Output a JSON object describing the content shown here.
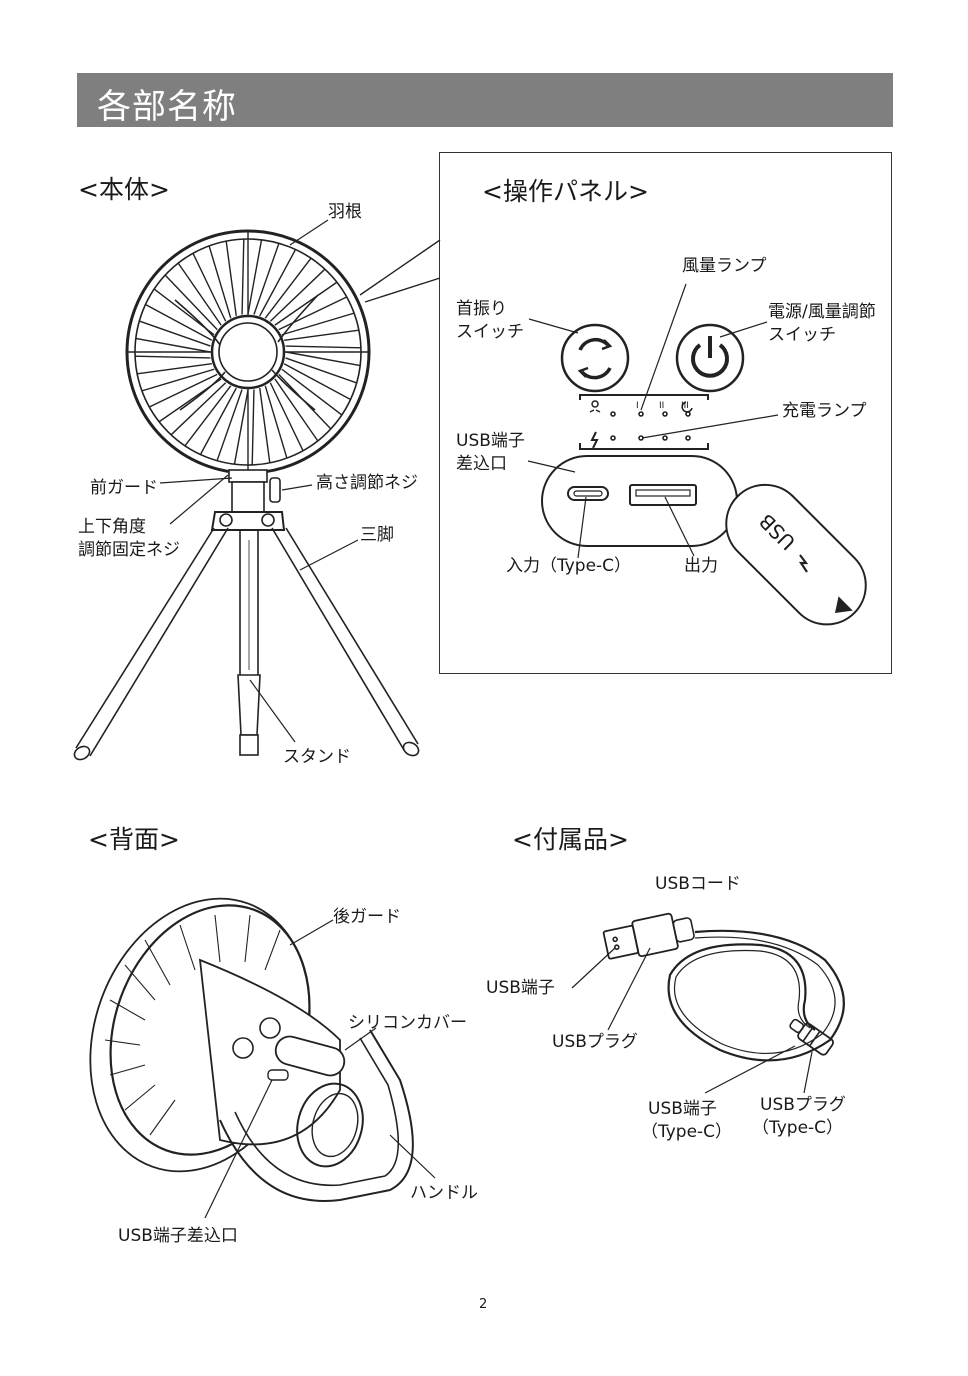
{
  "title": "各部名称",
  "sections": {
    "body": "<本体>",
    "panel": "<操作パネル>",
    "back": "<背面>",
    "accessories": "<付属品>"
  },
  "labels": {
    "blade": "羽根",
    "front_guard": "前ガード",
    "height_screw": "高さ調節ネジ",
    "angle_screw_1": "上下角度",
    "angle_screw_2": "調節固定ネジ",
    "tripod": "三脚",
    "stand": "スタンド",
    "swing_switch_1": "首振り",
    "swing_switch_2": "スイッチ",
    "wind_lamp": "風量ランプ",
    "power_switch_1": "電源/風量調節",
    "power_switch_2": "スイッチ",
    "charge_lamp": "充電ランプ",
    "usb_slot_1": "USB端子",
    "usb_slot_2": "差込口",
    "input": "入力（Type-C）",
    "output": "出力",
    "cover_text": "USB",
    "rear_guard": "後ガード",
    "silicone_cover": "シリコンカバー",
    "handle": "ハンドル",
    "usb_slot_back": "USB端子差込口",
    "usb_cord": "USBコード",
    "usb_terminal": "USB端子",
    "usb_plug": "USBプラグ",
    "usb_terminal_c_1": "USB端子",
    "usb_terminal_c_2": "（Type-C）",
    "usb_plug_c_1": "USBプラグ",
    "usb_plug_c_2": "（Type-C）",
    "lamp_marks": [
      "I",
      "II",
      "III"
    ]
  },
  "page_number": "2"
}
